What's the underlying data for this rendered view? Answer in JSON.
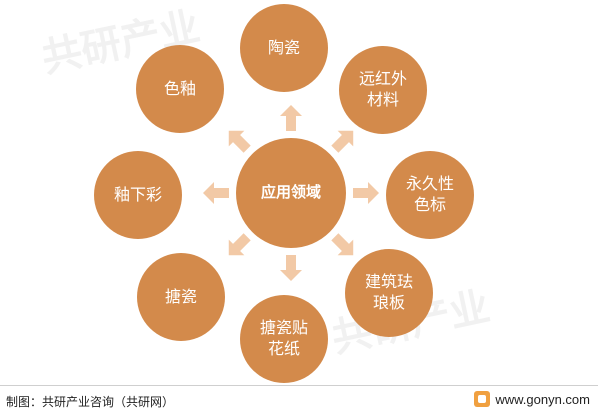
{
  "diagram": {
    "center_label": "应用领域",
    "nodes": [
      {
        "id": "taoci",
        "label": "陶瓷"
      },
      {
        "id": "yuanhongwai",
        "label": "远红外\n材料"
      },
      {
        "id": "yongjiu",
        "label": "永久性\n色标"
      },
      {
        "id": "jianzhu",
        "label": "建筑珐\n琅板"
      },
      {
        "id": "tangci-tiehua",
        "label": "搪瓷贴\n花纸"
      },
      {
        "id": "tangci",
        "label": "搪瓷"
      },
      {
        "id": "youxiacai",
        "label": "釉下彩"
      },
      {
        "id": "seyou",
        "label": "色釉"
      }
    ]
  },
  "footer": {
    "source": "制图：共研产业咨询（共研网）",
    "website": "www.gonyn.com"
  },
  "colors": {
    "node_fill": "#d38a4b",
    "arrow_fill": "#f2c9a6",
    "text": "#ffffff"
  }
}
